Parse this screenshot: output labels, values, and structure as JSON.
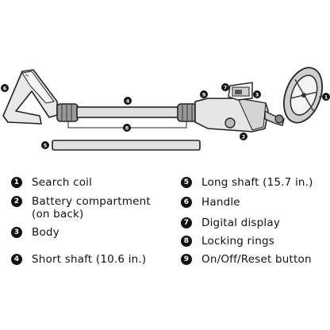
{
  "diagram": {
    "callouts": {
      "n1": "1",
      "n2": "2",
      "n3": "3",
      "n4": "4",
      "n5": "5",
      "n6": "6",
      "n7": "7",
      "n8": "8",
      "n9": "9"
    }
  },
  "legend": {
    "items": [
      {
        "number": "1",
        "label": "Search coil"
      },
      {
        "number": "2",
        "label_line1": "Battery compartment",
        "label_line2": "(on back)"
      },
      {
        "number": "3",
        "label": "Body"
      },
      {
        "number": "4",
        "label": "Short shaft (10.6 in.)"
      },
      {
        "number": "5",
        "label": "Long shaft (15.7 in.)"
      },
      {
        "number": "6",
        "label": "Handle"
      },
      {
        "number": "7",
        "label": "Digital display"
      },
      {
        "number": "8",
        "label": "Locking rings"
      },
      {
        "number": "9",
        "label": "On/Off/Reset button"
      }
    ]
  }
}
